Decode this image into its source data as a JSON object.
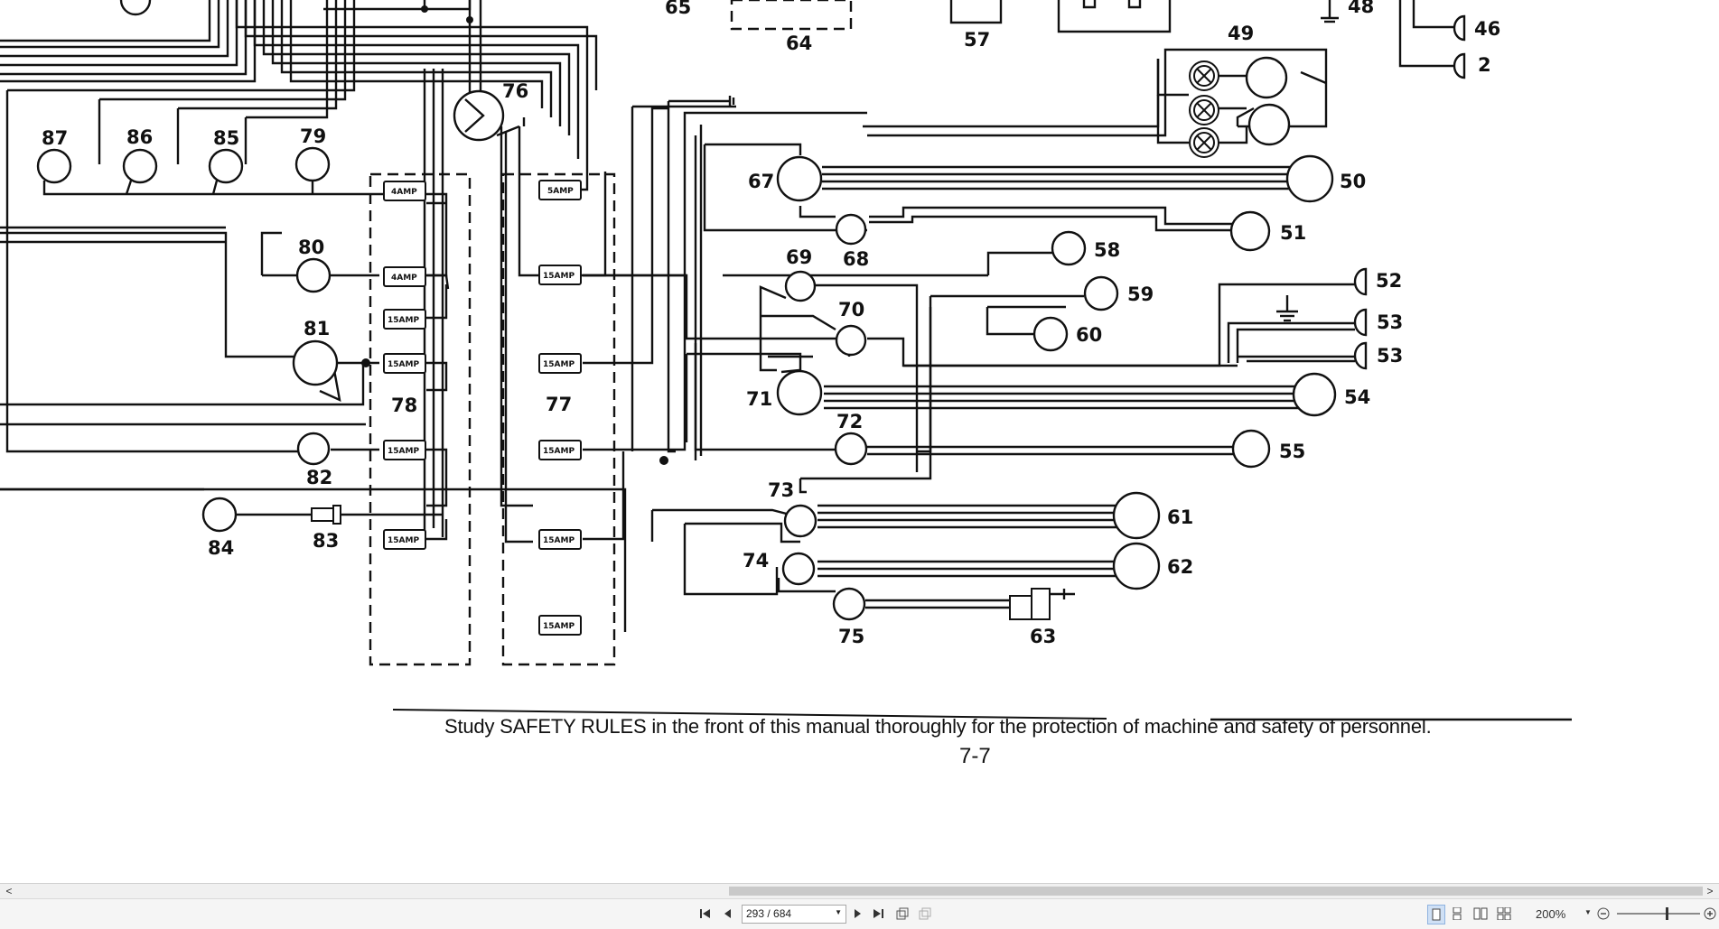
{
  "document": {
    "caption": "Study SAFETY RULES in the front of this manual thoroughly for the protection of machine and safety of personnel.",
    "page_label": "7-7",
    "component_labels": [
      "87",
      "86",
      "85",
      "79",
      "80",
      "81",
      "82",
      "84",
      "83",
      "76",
      "78",
      "77",
      "67",
      "68",
      "69",
      "70",
      "71",
      "72",
      "73",
      "74",
      "75",
      "63",
      "50",
      "51",
      "58",
      "59",
      "60",
      "52",
      "53",
      "53",
      "54",
      "55",
      "61",
      "62",
      "49",
      "46",
      "2",
      "48",
      "64",
      "65",
      "57"
    ],
    "fuse_labels": {
      "f78_1": "4AMP",
      "f78_2": "4AMP",
      "f78_3": "15AMP",
      "f78_4": "15AMP",
      "f78_5": "15AMP",
      "f78_6": "15AMP",
      "f77_1": "5AMP",
      "f77_2": "15AMP",
      "f77_3": "15AMP",
      "f77_4": "15AMP",
      "f77_5": "15AMP",
      "f77_6": "15AMP"
    }
  },
  "toolbar": {
    "page_indicator": "293 / 684",
    "zoom": "200%",
    "icons": [
      "first-page-icon",
      "prev-page-icon",
      "next-page-icon",
      "last-page-icon",
      "copy-icon",
      "paste-icon",
      "single-page-icon",
      "continuous-page-icon",
      "two-page-icon",
      "two-page-continuous-icon",
      "zoom-out-icon",
      "zoom-in-icon"
    ]
  },
  "scrollbar": {
    "left_arrow": "<",
    "right_arrow": ">"
  }
}
